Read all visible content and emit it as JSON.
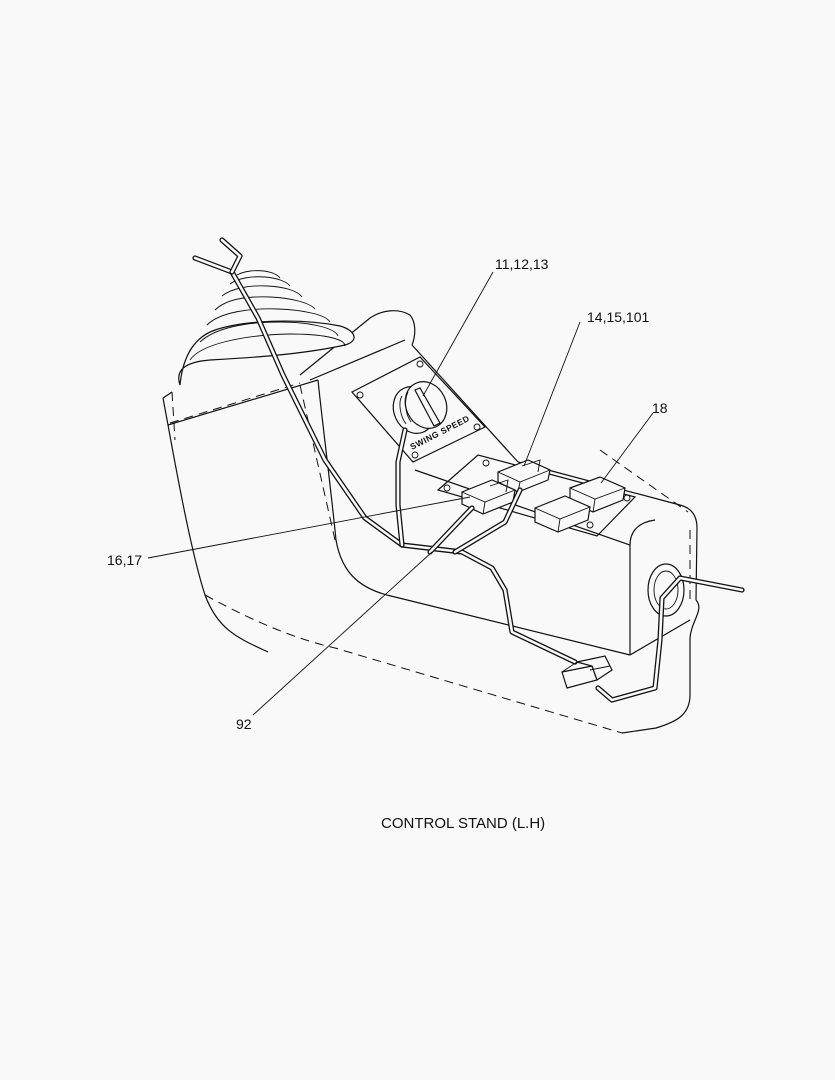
{
  "callouts": {
    "c1": "11,12,13",
    "c2": "14,15,101",
    "c3": "18",
    "c4": "16,17",
    "c5": "92"
  },
  "panel_text": "SWING SPEED",
  "caption": "CONTROL STAND (L.H)"
}
